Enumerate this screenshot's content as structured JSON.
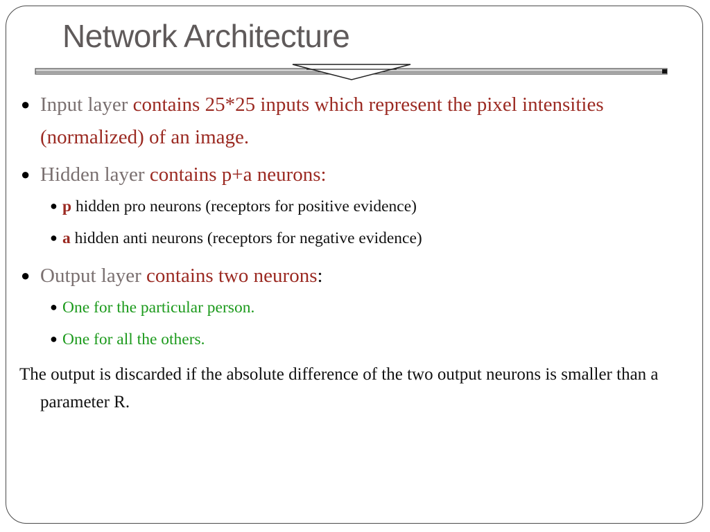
{
  "slide": {
    "title": "Network Architecture",
    "bullets": [
      {
        "label": "Input layer",
        "text": "contains 25*25 inputs which represent the pixel intensities (normalized) of an image."
      },
      {
        "label": "Hidden layer",
        "text": "contains p+a neurons:",
        "subbullets": [
          {
            "key": "p",
            "text": "hidden pro neurons (receptors for positive evidence)"
          },
          {
            "key": "a",
            "text": "hidden anti neurons (receptors for negative evidence)"
          }
        ]
      },
      {
        "label": "Output layer",
        "text": "contains two neurons",
        "suffix": ":",
        "subbullets": [
          {
            "text": "One for the particular person."
          },
          {
            "text": "One for all the others."
          }
        ]
      }
    ],
    "note": "The output is discarded if the absolute difference of the two output neurons is smaller than a parameter R."
  },
  "colors": {
    "label": "#7a7070",
    "accent": "#9b2a22",
    "green": "#1c9a1c",
    "title": "#5f5a5a"
  }
}
